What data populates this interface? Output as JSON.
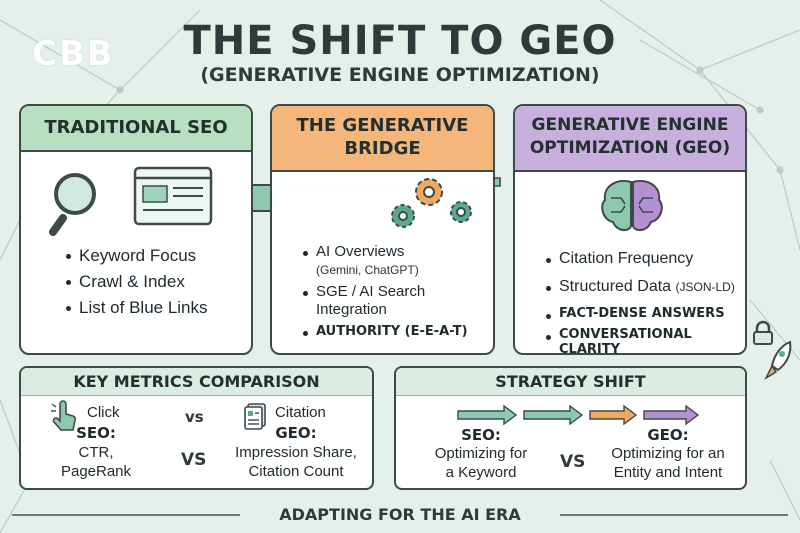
{
  "logo": "CBB",
  "title": "THE SHIFT TO GEO",
  "subtitle": "(GENERATIVE ENGINE OPTIMIZATION)",
  "panels": {
    "seo": {
      "heading": "TRADITIONAL SEO",
      "items": [
        "Keyword Focus",
        "Crawl & Index",
        "List of Blue Links"
      ]
    },
    "bridge": {
      "heading_line1": "THE GENERATIVE",
      "heading_line2": "BRIDGE",
      "item1": "AI Overviews",
      "item1_note": "(Gemini, ChatGPT)",
      "item2_line1": "SGE / AI Search",
      "item2_line2": "Integration",
      "item3": "AUTHORITY (E-E-A-T)"
    },
    "geo": {
      "heading_line1": "GENERATIVE ENGINE",
      "heading_line2": "OPTIMIZATION (GEO)",
      "item1": "Citation Frequency",
      "item2": "Structured Data",
      "item2_tag": "(JSON-LD)",
      "item3": "FACT-DENSE ANSWERS",
      "item4": "CONVERSATIONAL CLARITY"
    }
  },
  "metrics": {
    "heading": "KEY METRICS COMPARISON",
    "left_icon_label": "Click",
    "right_icon_label": "Citation",
    "vs1": "vs",
    "vs2": "VS",
    "seo_label": "SEO:",
    "seo_line1": "CTR,",
    "seo_line2": "PageRank",
    "geo_label": "GEO:",
    "geo_line1": "Impression Share,",
    "geo_line2": "Citation Count"
  },
  "strategy": {
    "heading": "STRATEGY SHIFT",
    "seo_label": "SEO:",
    "seo_line1": "Optimizing for",
    "seo_line2": "a Keyword",
    "vs": "VS",
    "geo_label": "GEO:",
    "geo_line1": "Optimizing for an",
    "geo_line2": "Entity and Intent"
  },
  "footer": "ADAPTING FOR THE AI ERA",
  "colors": {
    "background": "#e6f0ea",
    "seo_header": "#b9dfc1",
    "bridge_header": "#f4b67a",
    "geo_header": "#c7b0dd",
    "teal": "#5aaa92",
    "orange": "#f0a862",
    "purple": "#b48fd2",
    "outline": "#3e4a48"
  },
  "icons": [
    "magnifier-icon",
    "browser-window-icon",
    "gears-icon",
    "brain-icon",
    "lock-icon",
    "rocket-icon",
    "click-hand-icon",
    "citation-document-icon"
  ]
}
